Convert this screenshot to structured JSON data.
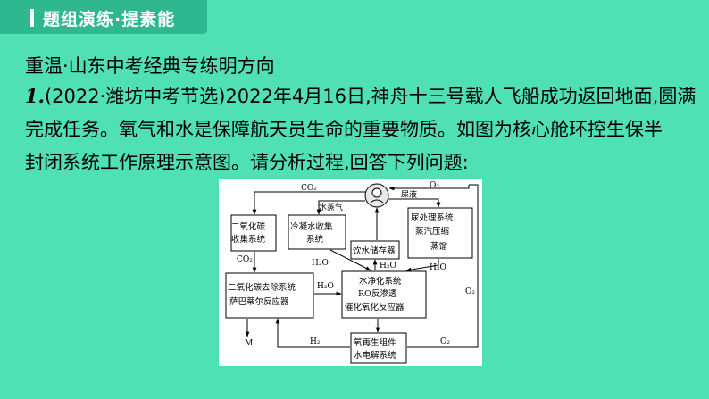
{
  "header": {
    "title": "题组演练·提素能"
  },
  "body": {
    "section_title": "重温·山东中考经典专练明方向",
    "q_number": "1.",
    "q_line1": "(2022·潍坊中考节选)2022年4月16日,神舟十三号载人飞船成功返回地面,圆满",
    "q_line2": "完成任务。氧气和水是保障航天员生命的重要物质。如图为核心舱环控生保半",
    "q_line3": "封闭系统工作原理示意图。请分析过程,回答下列问题:"
  },
  "diagram": {
    "boxes": {
      "co2_collect_1": "二氧化碳",
      "co2_collect_2": "收集系统",
      "condense_1": "冷凝水收集",
      "condense_2": "系统",
      "water_store": "饮水储存器",
      "urine_1": "尿处理系统",
      "urine_2": "蒸汽压缩",
      "urine_3": "蒸馏",
      "co2_remove_1": "二氧化碳去除系统",
      "co2_remove_2": "萨巴蒂尔反应器",
      "purify_1": "水净化系统",
      "purify_2": "RO反渗透",
      "purify_3": "催化氧化反应器",
      "oxygen_1": "氧再生组件",
      "oxygen_2": "水电解系统"
    },
    "labels": {
      "co2_top": "CO₂",
      "o2_top": "O₂",
      "vapor": "水蒸气",
      "urine": "尿液",
      "co2_mid": "CO₂",
      "h2o_1": "H₂O",
      "h2o_2": "H₂O",
      "h2o_3": "H₂O",
      "h2o_4": "H₂O",
      "o2_right": "O₂",
      "m": "M",
      "h2": "H₂",
      "o2_bottom": "O₂"
    }
  }
}
